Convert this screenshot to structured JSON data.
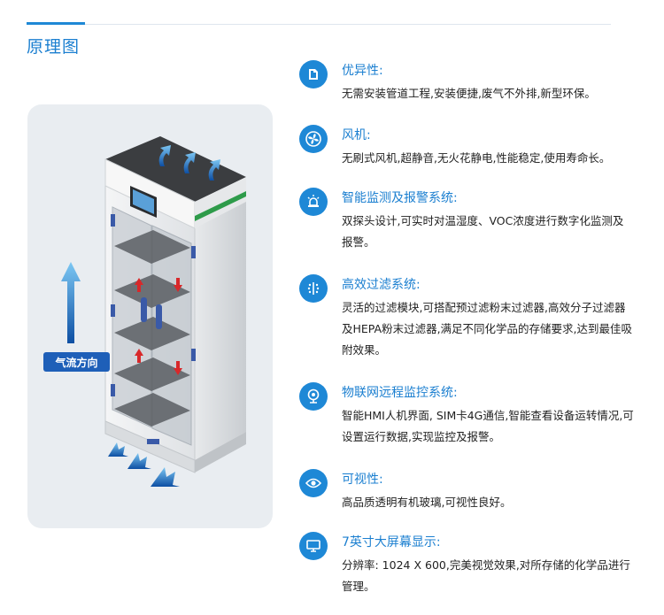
{
  "page": {
    "title": "原理图"
  },
  "illustration": {
    "airflow_label": "气流方向"
  },
  "features": [
    {
      "title": "优异性:",
      "desc": "无需安装管道工程,安装便捷,废气不外排,新型环保。",
      "icon": "box-icon"
    },
    {
      "title": "风机:",
      "desc": "无刷式风机,超静音,无火花静电,性能稳定,使用寿命长。",
      "icon": "fan-icon"
    },
    {
      "title": "智能监测及报警系统:",
      "desc": "双探头设计,可实时对温湿度、VOC浓度进行数字化监测及报警。",
      "icon": "alarm-icon"
    },
    {
      "title": "高效过滤系统:",
      "desc": "灵活的过滤模块,可搭配预过滤粉末过滤器,高效分子过滤器及HEPA粉末过滤器,满足不同化学品的存储要求,达到最佳吸附效果。",
      "icon": "filter-icon"
    },
    {
      "title": "物联网远程监控系统:",
      "desc": "智能HMI人机界面, SIM卡4G通信,智能查看设备运转情况,可设置运行数据,实现监控及报警。",
      "icon": "webcam-icon"
    },
    {
      "title": "可视性:",
      "desc": "高品质透明有机玻璃,可视性良好。",
      "icon": "eye-icon"
    },
    {
      "title": "7英寸大屏幕显示:",
      "desc": "分辨率: 1024 X 600,完美视觉效果,对所存储的化学品进行管理。",
      "icon": "monitor-icon"
    }
  ],
  "colors": {
    "accent": "#1e88d6",
    "title": "#1b7fd0",
    "panel_bg": "#e9edf1"
  }
}
